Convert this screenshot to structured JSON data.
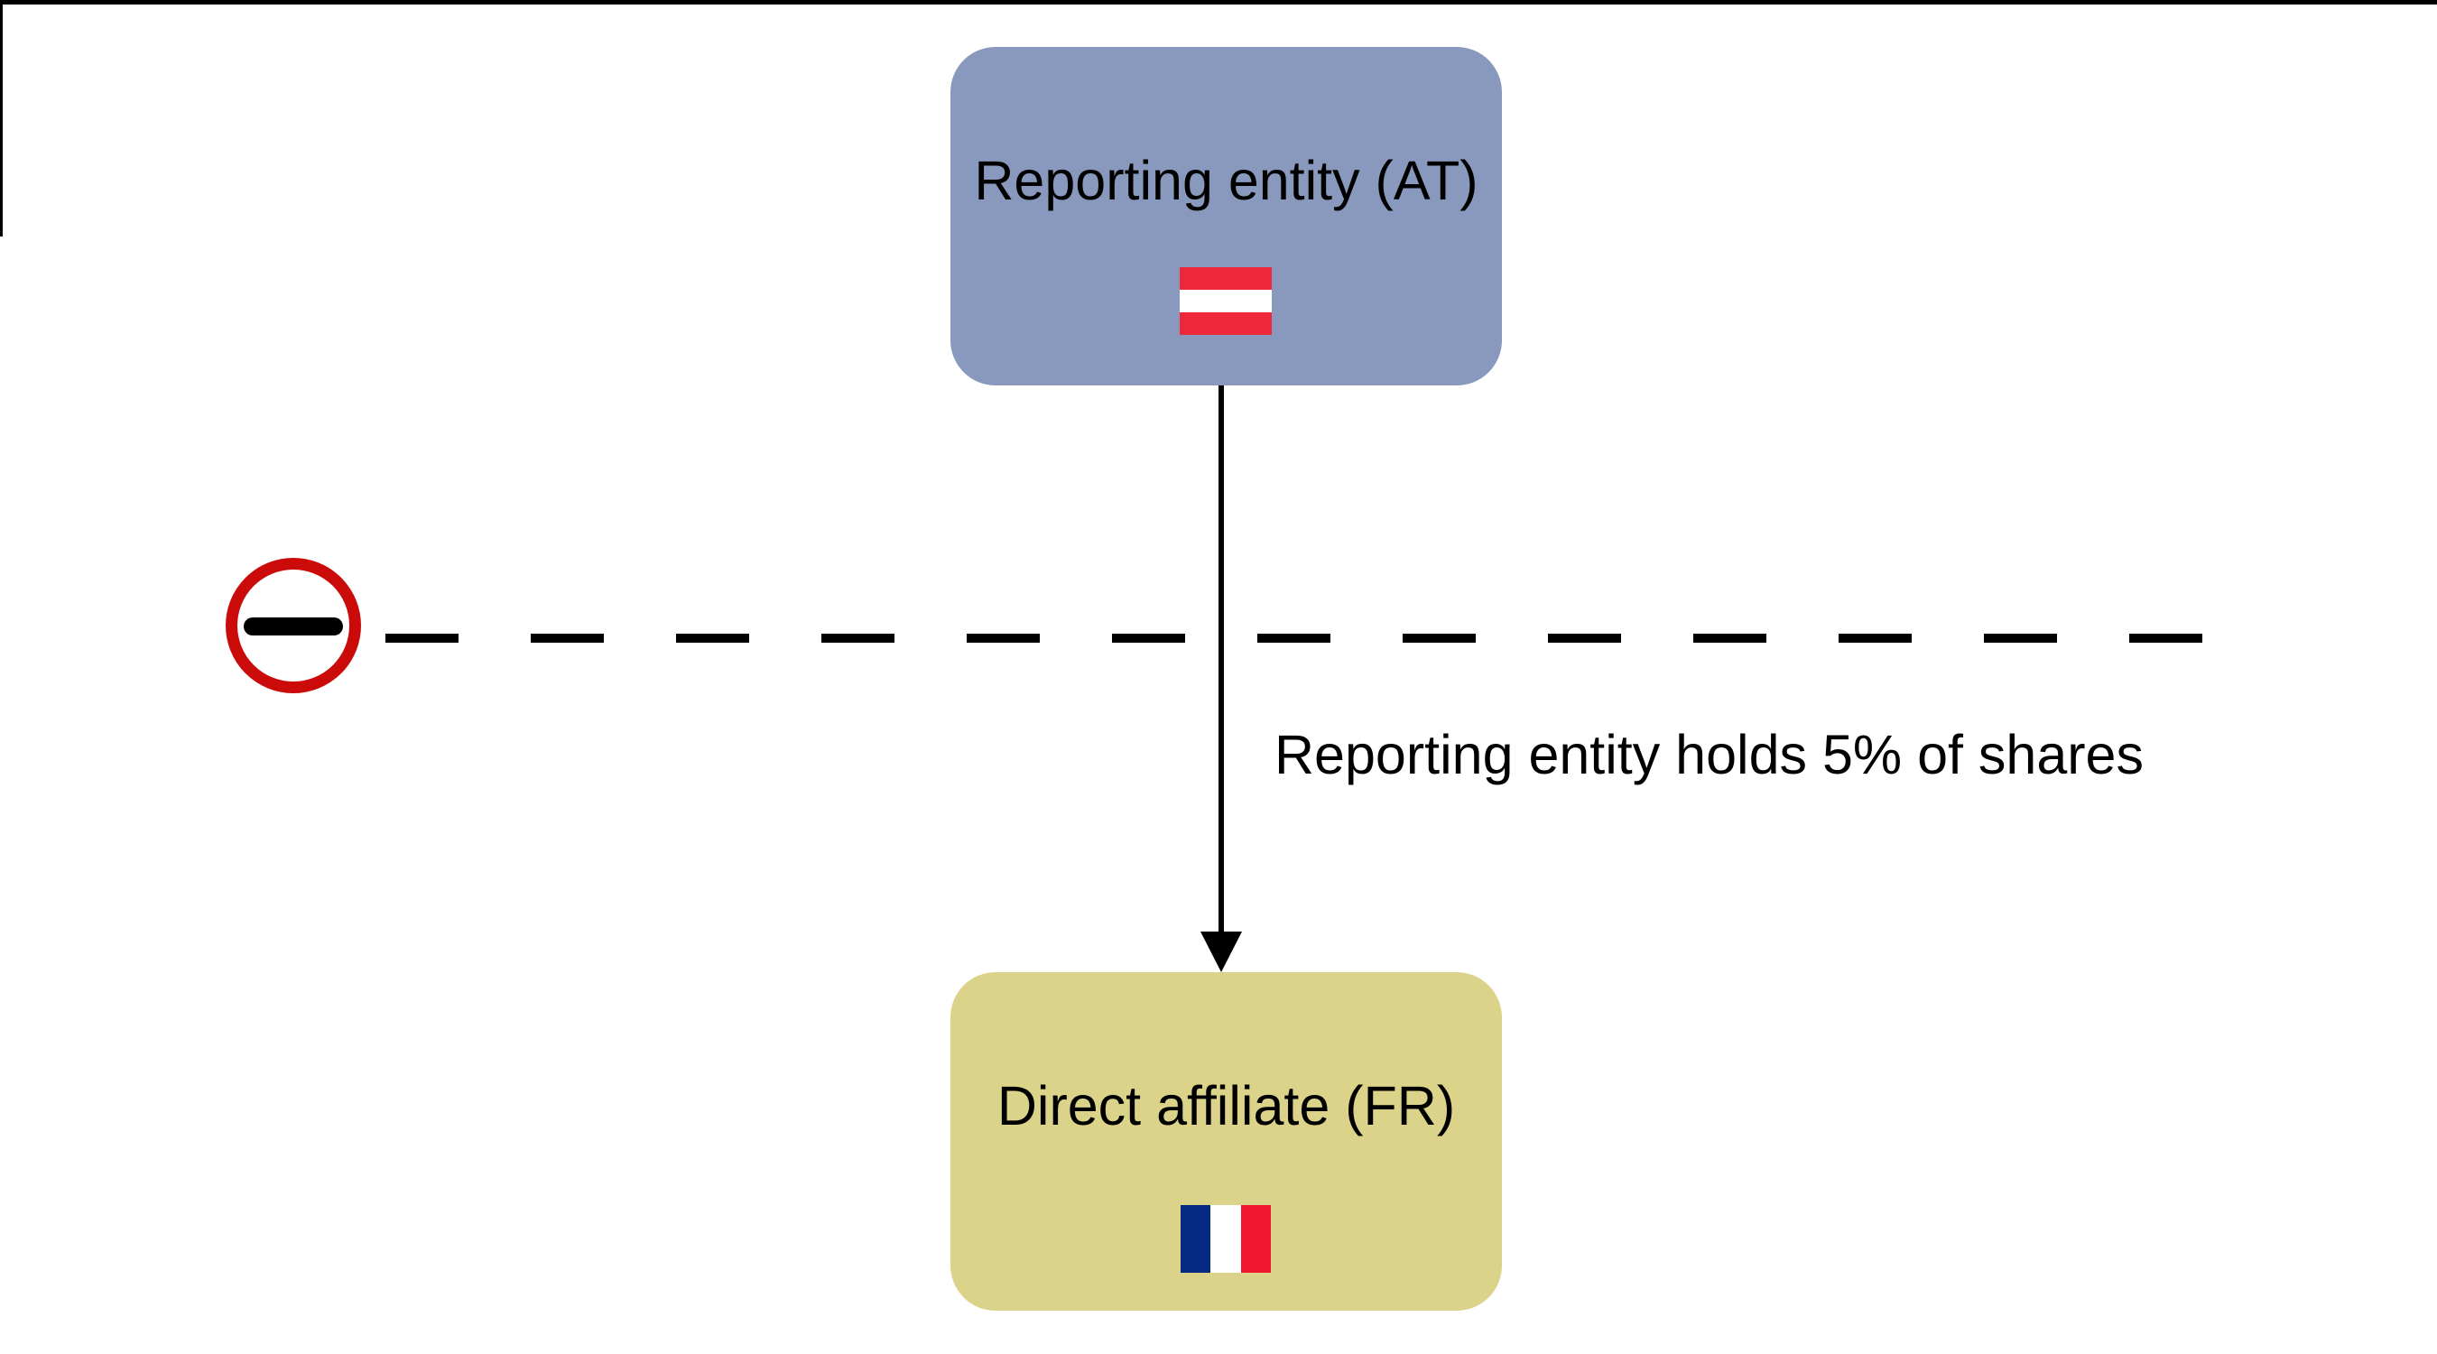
{
  "diagram": {
    "type": "ownership-structure",
    "background": "#FFFFFF",
    "frame_color": "#000000"
  },
  "nodes": [
    {
      "id": "reporting-entity",
      "label": "Reporting entity (AT)",
      "country_code": "AT",
      "fill": "#8999BE",
      "flag": {
        "country": "Austria",
        "orientation": "horizontal",
        "colors": [
          "#ED2939",
          "#FFFFFF",
          "#ED2939"
        ]
      }
    },
    {
      "id": "direct-affiliate",
      "label": "Direct affiliate (FR)",
      "country_code": "FR",
      "fill": "#DCD38A",
      "flag": {
        "country": "France",
        "orientation": "vertical",
        "colors": [
          "#032A80",
          "#FFFFFF",
          "#F0182F"
        ]
      }
    }
  ],
  "edge": {
    "from": "reporting-entity",
    "to": "direct-affiliate",
    "label": "Reporting entity holds 5% of shares",
    "color": "#000000"
  },
  "separator": {
    "style": "dashed",
    "color": "#000000"
  },
  "no_entry_icon": {
    "meaning": "prohibition / threshold not met",
    "ring_color": "#CB0A0A",
    "bar_color": "#000000"
  }
}
